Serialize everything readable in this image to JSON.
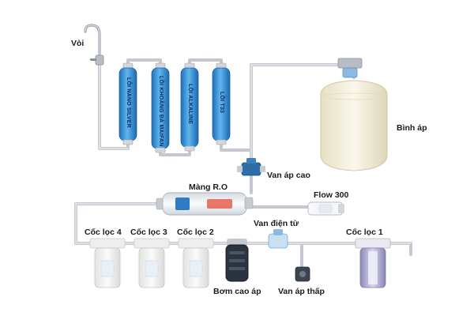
{
  "labels": {
    "faucet": "Vòi",
    "pressure_tank": "Bình áp",
    "high_pressure_valve": "Van áp cao",
    "ro_membrane": "Màng R.O",
    "flow": "Flow 300",
    "solenoid_valve": "Van điện từ",
    "low_pressure_valve": "Van áp thấp",
    "booster_pump": "Bơm cao áp",
    "cup_4": "Cốc lọc 4",
    "cup_3": "Cốc lọc 3",
    "cup_2": "Cốc lọc 2",
    "cup_1": "Cốc lọc 1"
  },
  "cartridges": [
    {
      "label": "LÕI NANO SILVER"
    },
    {
      "label": "LÕI KHOÁNG ĐÁ MAIFAN"
    },
    {
      "label": "LÕI ALKALINE"
    },
    {
      "label": "LÕI T33"
    }
  ],
  "colors": {
    "pipe": "#c9ccd2",
    "pipe_edge": "#9a9ea6",
    "cartridge_blue": "#2f8fd6",
    "tank": "#f3efdc",
    "housing_clear": "#a9a6cf",
    "housing_white": "#f4f4f2",
    "pump": "#2a3340",
    "valve_blue": "#2e6ea8"
  }
}
